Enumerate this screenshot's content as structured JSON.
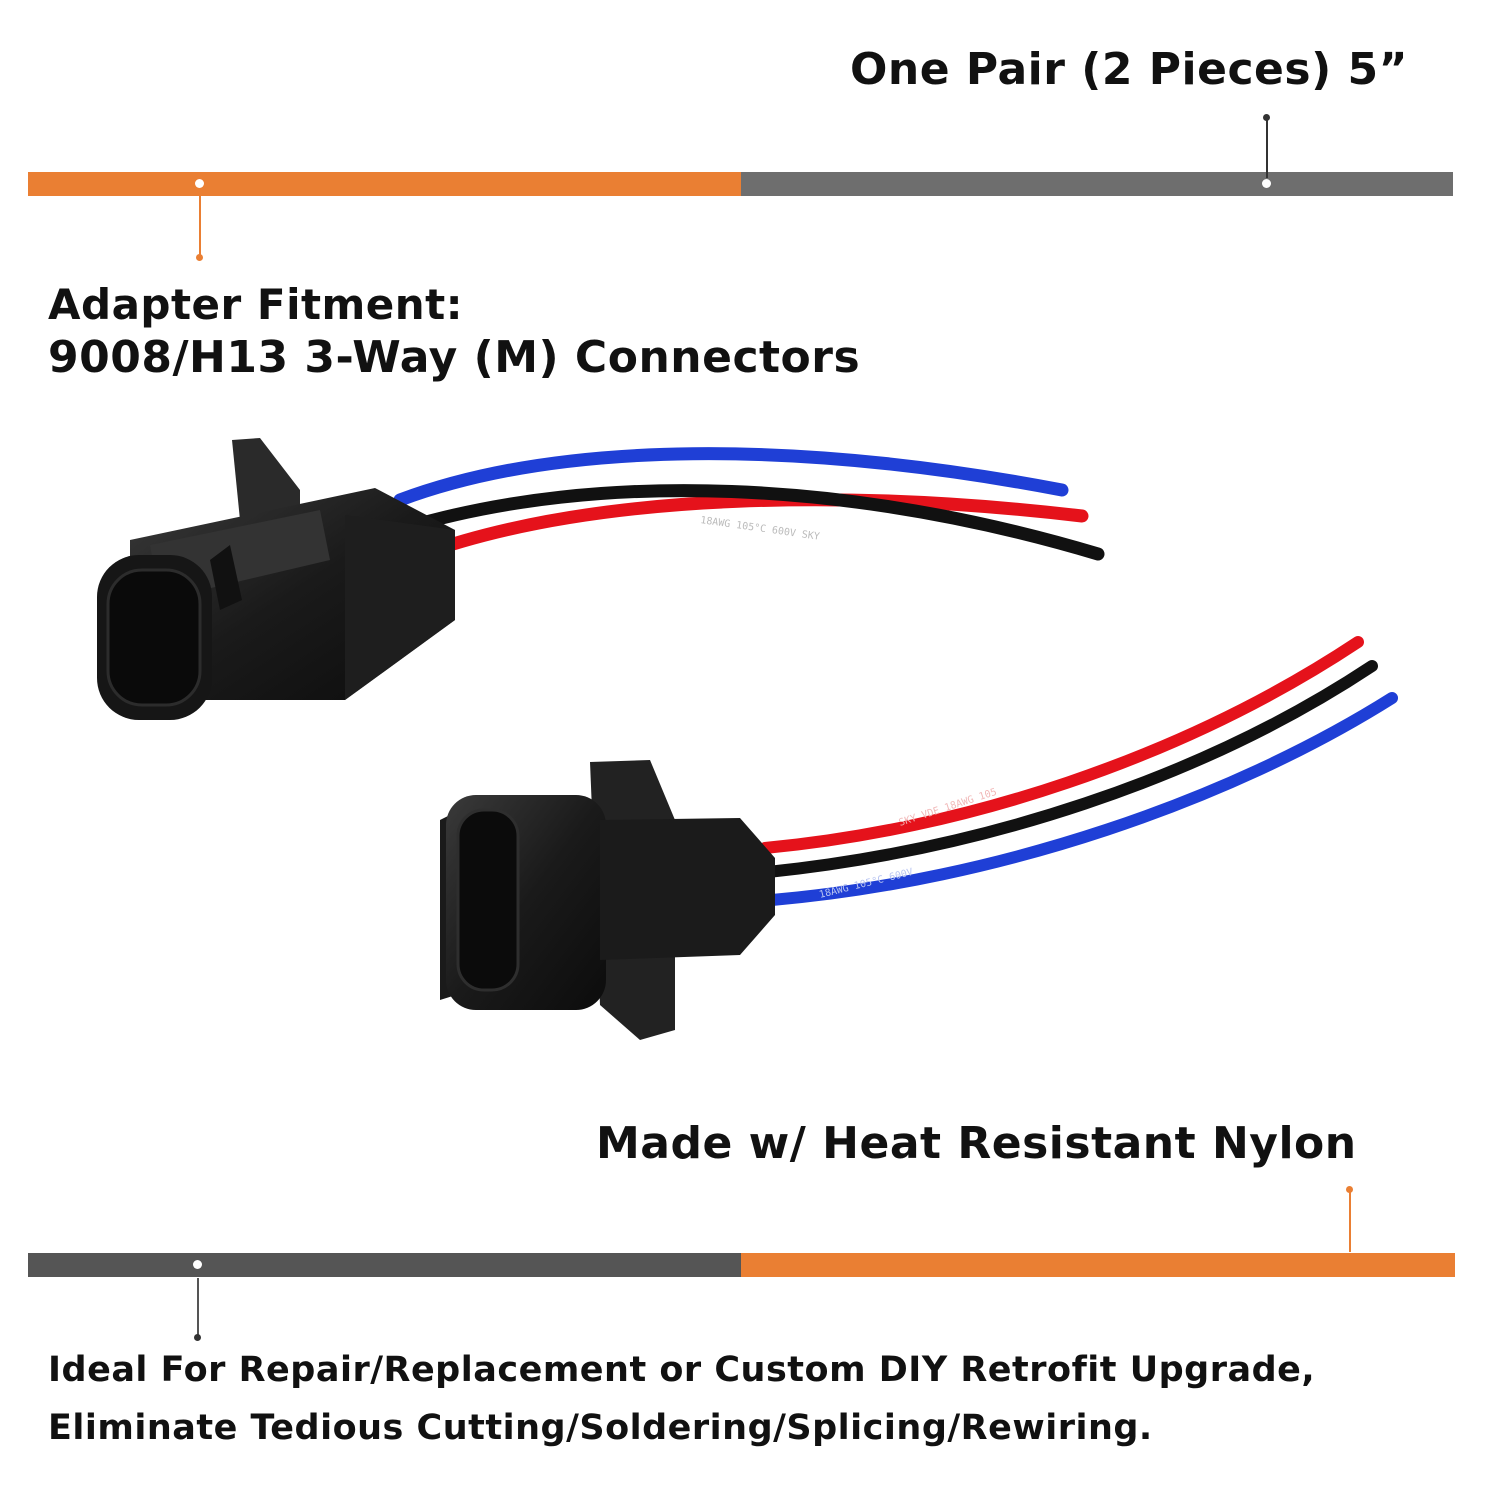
{
  "captions": {
    "pair": "One Pair (2 Pieces) 5”",
    "fitment_title": "Adapter Fitment:",
    "fitment_value": "9008/H13 3-Way (M) Connectors",
    "material": "Made w/ Heat Resistant Nylon",
    "use_line1": "Ideal For Repair/Replacement or Custom DIY Retrofit Upgrade,",
    "use_line2": "Eliminate Tedious Cutting/Soldering/Splicing/Rewiring."
  },
  "colors": {
    "accent_orange": "#ea7f33",
    "band_gray": "#6e6e6e",
    "band_dark_gray": "#555555",
    "wire_red": "#e5121b",
    "wire_blue": "#1f3fd6",
    "wire_black": "#111111",
    "connector": "#1a1a1a"
  },
  "wire_markings": {
    "upper_black": "18AWG  105°C  600V  SKY",
    "lower_red": "SKY  VDE  18AWG  105",
    "lower_blue": "18AWG  105°C  600V"
  }
}
